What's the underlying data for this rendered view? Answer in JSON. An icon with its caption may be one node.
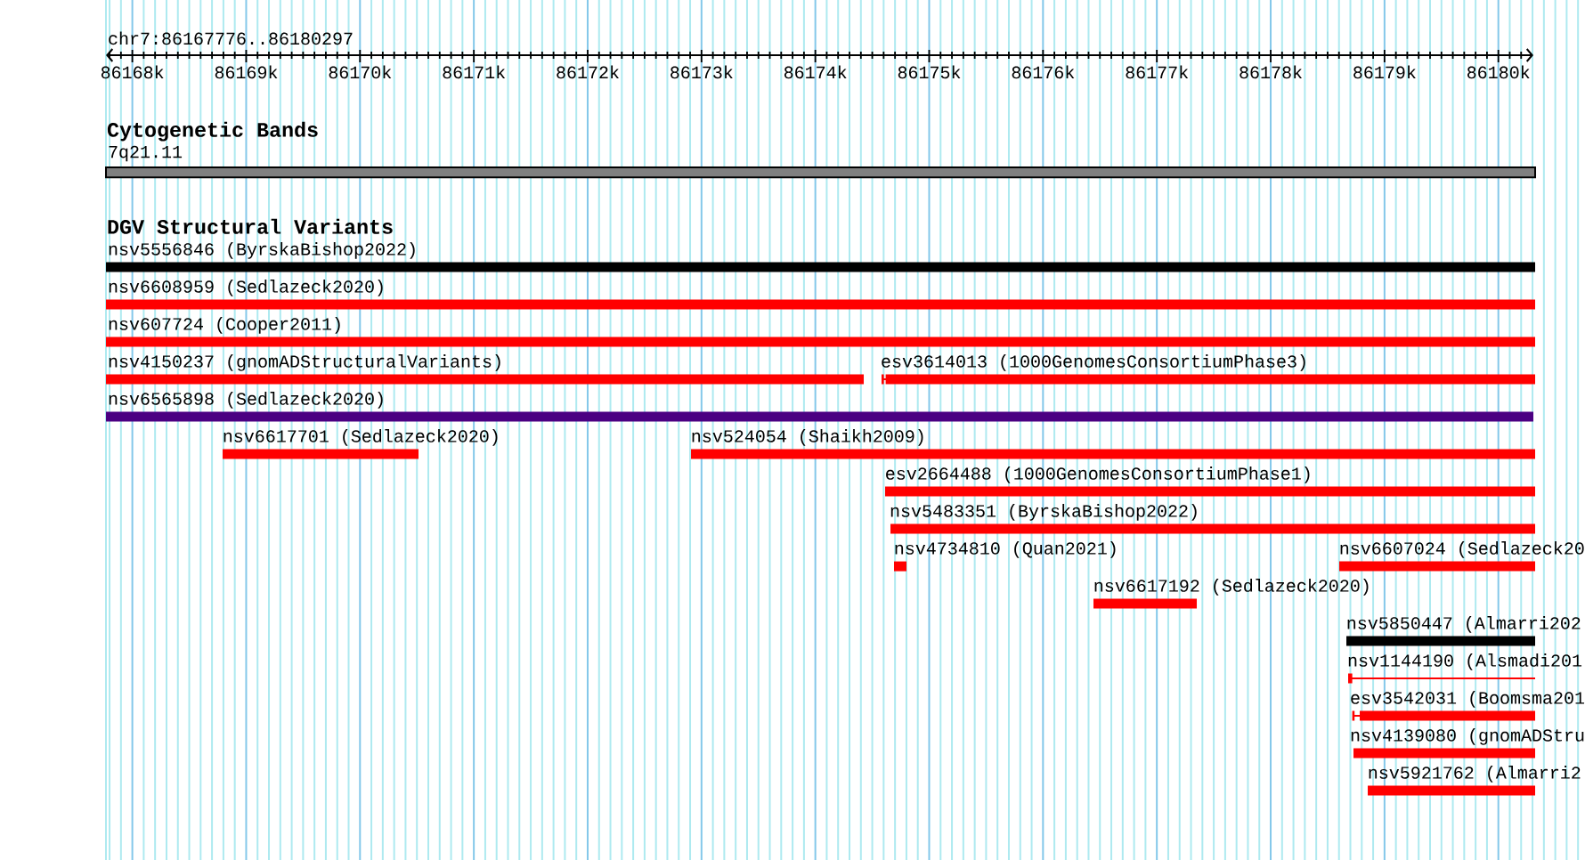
{
  "diagram": {
    "nodes": [
      {
        "text": [
          "7q21.11"
        ]
      },
      {
        "text": [
          "nsv5556846 (ByrskaBishop2022)"
        ]
      },
      {
        "text": [
          "nsv6608959 (Sedlazeck2020)"
        ]
      },
      {
        "text": [
          "nsv607724 (Cooper2011)"
        ]
      },
      {
        "text": [
          "nsv4150237 (gnomADStructuralVariants)"
        ]
      },
      {
        "text": [
          "esv3614013 (1000GenomesConsortiumPhase3)"
        ]
      },
      {
        "text": [
          "nsv6565898 (Sedlazeck2020)"
        ]
      },
      {
        "text": [
          "nsv6617701 (Sedlazeck2020)"
        ]
      },
      {
        "text": [
          "nsv524054 (Shaikh2009)"
        ]
      },
      {
        "text": [
          "esv2664488 (1000GenomesConsortiumPhase1)"
        ]
      },
      {
        "text": [
          "nsv5483351 (ByrskaBishop2022)"
        ]
      },
      {
        "text": [
          "nsv4734810 (Quan2021)"
        ]
      },
      {
        "text": [
          "nsv6607024 (Sedlazeck20"
        ]
      },
      {
        "text": [
          "nsv6617192 (Sedlazeck2020)"
        ]
      },
      {
        "text": [
          "nsv5850447 (Almarri202"
        ]
      },
      {
        "text": [
          "nsv1144190 (Alsmadi201"
        ]
      },
      {
        "text": [
          "esv3542031 (Boomsma201"
        ]
      },
      {
        "text": [
          "nsv4139080 (gnomADStru"
        ]
      },
      {
        "text": [
          "nsv5921762 (Almarri2"
        ]
      }
    ],
    "labels": [
      "chr7:86167776..86180297",
      "86168k",
      "86169k",
      "86170k",
      "86171k",
      "86172k",
      "86173k",
      "86174k",
      "86175k",
      "86176k",
      "86177k",
      "86178k",
      "86179k",
      "86180k",
      "Cytogenetic Bands",
      "DGV Structural Variants"
    ]
  }
}
